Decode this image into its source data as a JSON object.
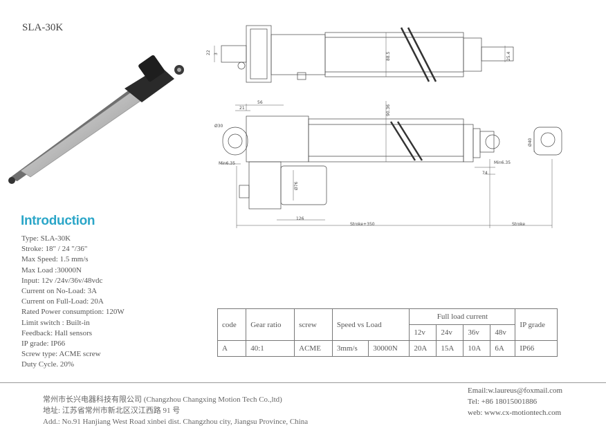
{
  "header": {
    "model": "SLA-30K"
  },
  "intro": {
    "title": "Introduction",
    "specs": [
      "Type: SLA-30K",
      "Stroke: 18\" / 24 \"/36\"",
      "Max Speed:   1.5 mm/s",
      "Max Load :30000N",
      "Input: 12v /24v/36v/48vdc",
      "Current on No-Load: 3A",
      "Current on Full-Load: 20A",
      "Rated Power consumption: 120W",
      "Limit switch : Built-in",
      "Feedback: Hall sensors",
      "IP grade: IP66",
      "Screw type: ACME screw",
      "Duty Cycle. 20%"
    ]
  },
  "drawing": {
    "dims": {
      "d22": "22",
      "d3": "3",
      "d885": "88.5",
      "d254": "25.4",
      "d56": "56",
      "d21": "21",
      "d9036": "90.36",
      "d30": "Ø30",
      "d635a": "Min6.35",
      "d635b": "Min6.35",
      "d40": "Ø40",
      "d76": "Ø76",
      "d74": "74",
      "d126": "126",
      "stroke350": "Stroke+350",
      "stroke": "Stroke"
    }
  },
  "table": {
    "headers": {
      "code": "code",
      "gear": "Gear ratio",
      "screw": "screw",
      "speed_load": "Speed  vs   Load",
      "full_load": "Full load current",
      "ip": "IP grade",
      "v12": "12v",
      "v24": "24v",
      "v36": "36v",
      "v48": "48v"
    },
    "row": {
      "code": "A",
      "gear": "40:1",
      "screw": "ACME",
      "speed": "3mm/s",
      "load": "30000N",
      "c12": "20A",
      "c24": "15A",
      "c36": "10A",
      "c48": "6A",
      "ip": "IP66"
    }
  },
  "footer": {
    "company": "常州市长兴电器科技有限公司    (Changzhou Changxing Motion Tech Co.,ltd)",
    "address_cn": "地址:  江苏省常州市新北区汉江西路 91 号",
    "address_en": "Add.: No.91 Hanjiang West Road xinbei dist. Changzhou city, Jiangsu Province, China",
    "email": "Email:w.laureus@foxmail.com",
    "tel": "Tel: +86 18015001886",
    "web": "web:  www.cx-motiontech.com"
  }
}
